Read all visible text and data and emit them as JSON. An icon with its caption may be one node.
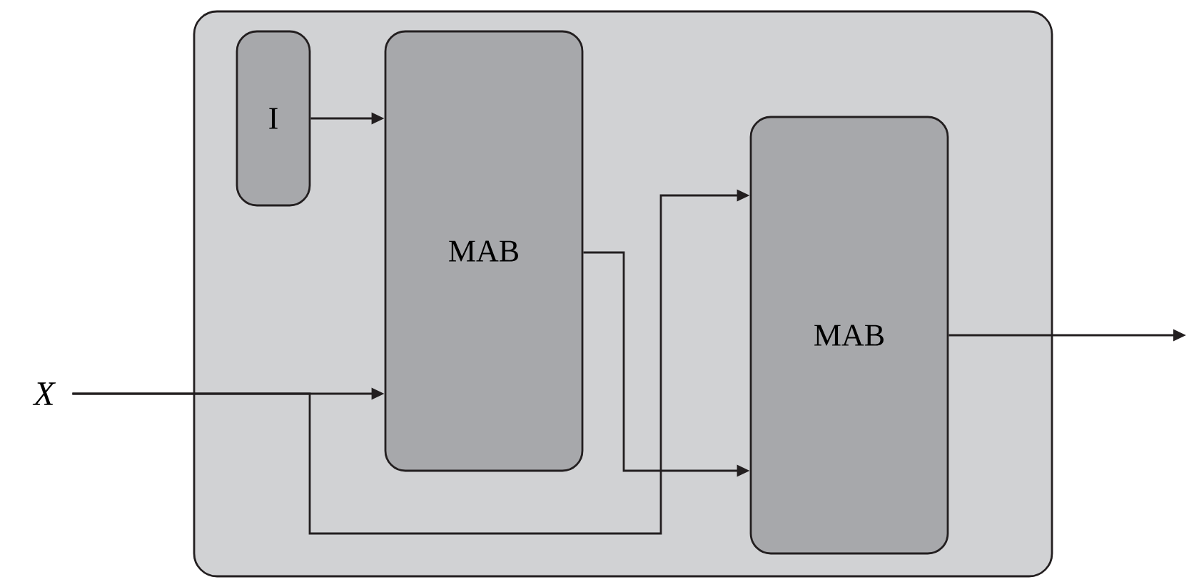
{
  "diagram": {
    "nodes": [
      {
        "text": [],
        "shape": "box"
      },
      {
        "text": [
          "I"
        ],
        "in": 0
      },
      {
        "text": [
          "MAB"
        ],
        "in": 0
      },
      {
        "text": [
          "MAB"
        ],
        "in": 0
      },
      {
        "text": [
          "X"
        ]
      }
    ],
    "edges": [
      {
        "from": 1,
        "to": 2,
        "arrow": "to"
      },
      {
        "from": 4,
        "to": 2,
        "arrow": "to"
      },
      {
        "from": 4,
        "to": 3,
        "arrow": "to"
      },
      {
        "from": 2,
        "to": 3,
        "arrow": "to"
      },
      {
        "from": 3,
        "to": null,
        "arrow": "to"
      }
    ]
  }
}
